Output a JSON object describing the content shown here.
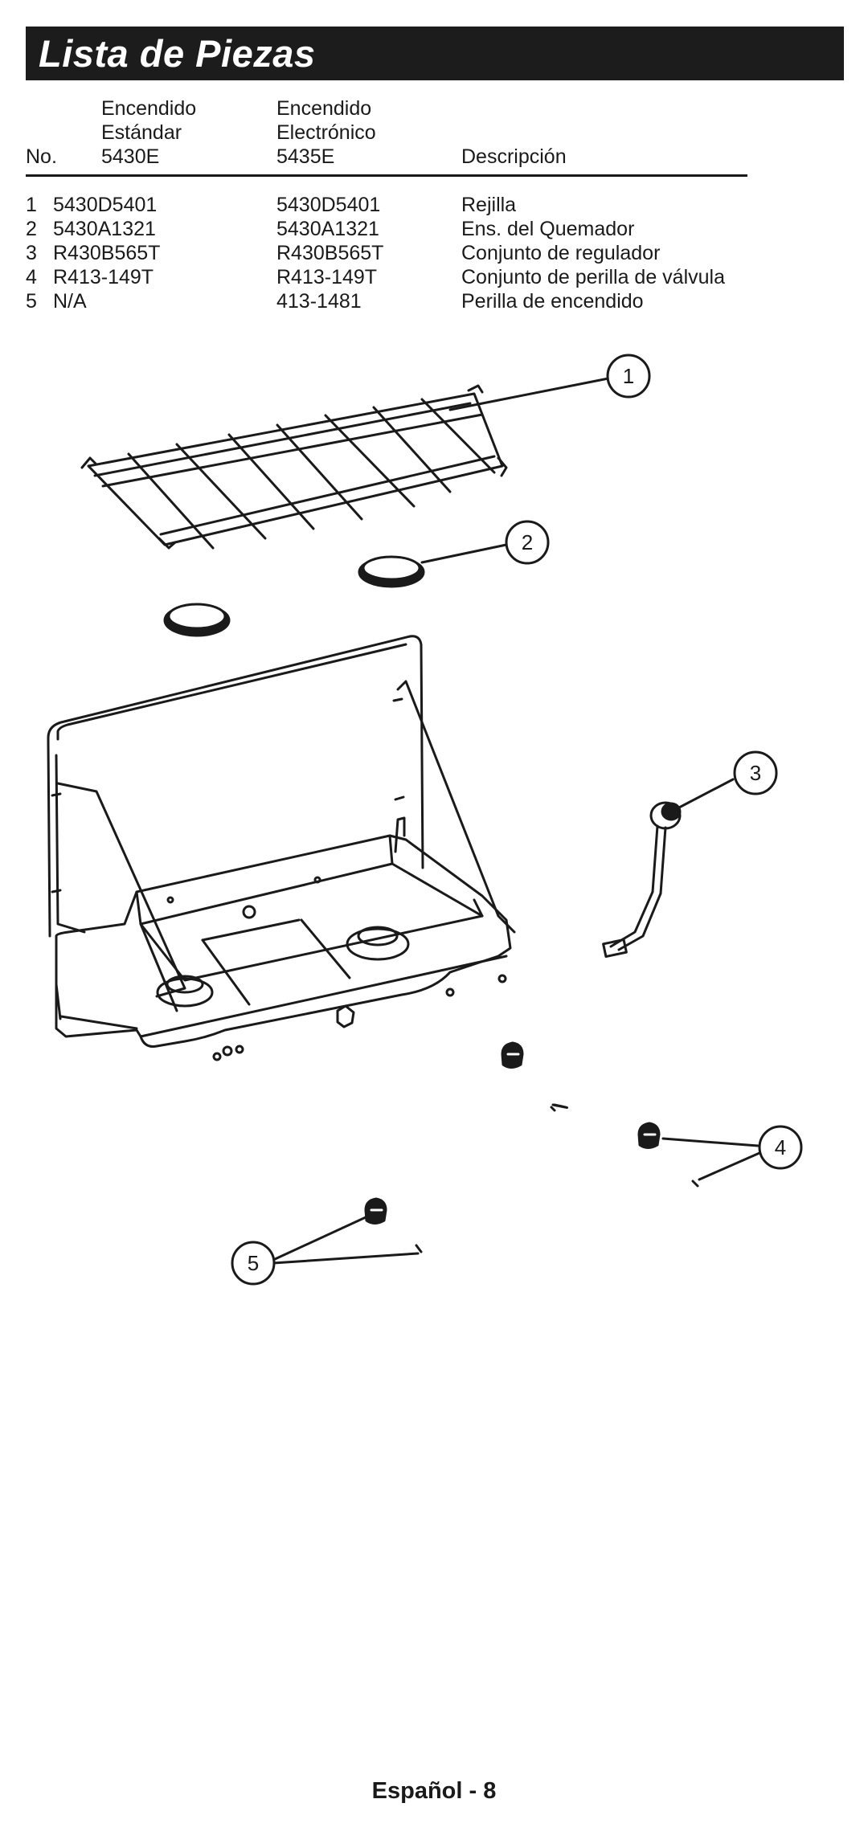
{
  "page_title": "Lista de Piezas",
  "table": {
    "headers": {
      "no": "No.",
      "standard_line1": "Encendido",
      "standard_line2": "Estándar",
      "standard_model": "5430E",
      "electronic_line1": "Encendido",
      "electronic_line2": "Electrónico",
      "electronic_model": "5435E",
      "description": "Descripción"
    },
    "rows": [
      {
        "no": "1",
        "standard": "5430D5401",
        "electronic": "5430D5401",
        "description": "Rejilla"
      },
      {
        "no": "2",
        "standard": "5430A1321",
        "electronic": "5430A1321",
        "description": "Ens. del Quemador"
      },
      {
        "no": "3",
        "standard": "R430B565T",
        "electronic": "R430B565T",
        "description": "Conjunto de regulador"
      },
      {
        "no": "4",
        "standard": "R413-149T",
        "electronic": "R413-149T",
        "description": "Conjunto de perilla de válvula"
      },
      {
        "no": "5",
        "standard": "N/A",
        "electronic": "413-1481",
        "description": "Perilla de encendido"
      }
    ]
  },
  "callouts": [
    "1",
    "2",
    "3",
    "4",
    "5"
  ],
  "footer": "Español - 8"
}
